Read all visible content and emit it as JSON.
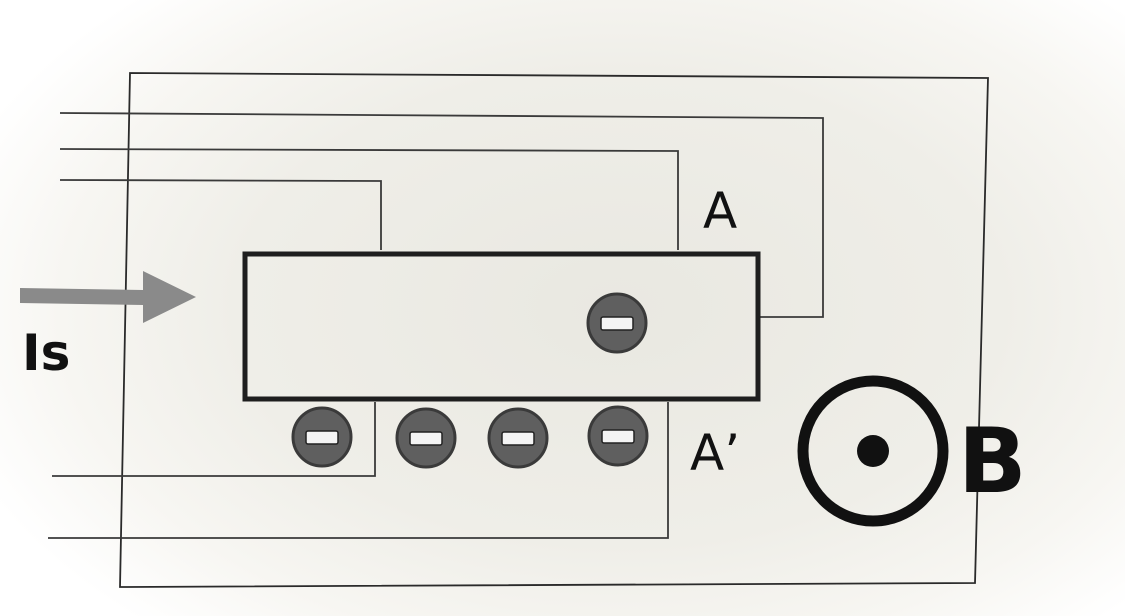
{
  "diagram": {
    "current_label": "Is",
    "terminal_top_label": "A",
    "terminal_bottom_label": "A’",
    "field_label": "B",
    "charge_sign": "−",
    "charges": {
      "inside_sample": 1,
      "below_sample": 4
    },
    "colors": {
      "outline": "#1e1e1e",
      "wire": "#3a3a3a",
      "arrow": "#8a8a8a",
      "charge_fill": "#5f5f5f"
    }
  }
}
